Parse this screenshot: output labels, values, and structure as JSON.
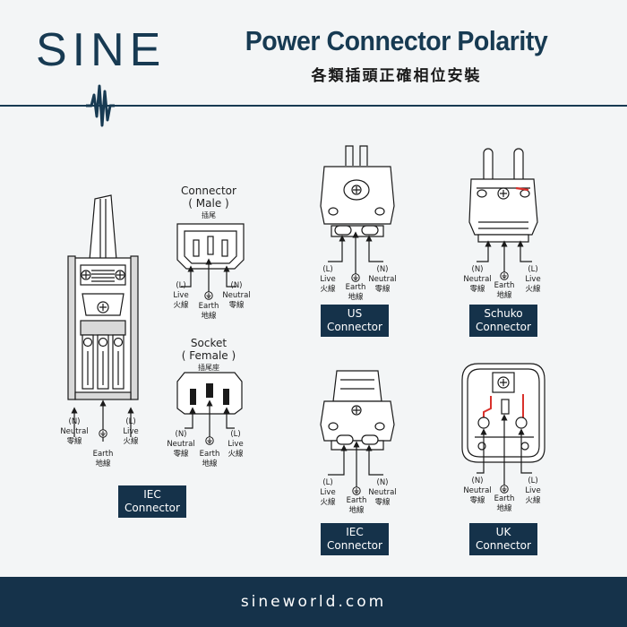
{
  "brand": {
    "logo_text": "SINE",
    "website": "sineworld.com"
  },
  "header": {
    "title": "Power Connector Polarity",
    "subtitle": "各類插頭正確相位安裝"
  },
  "wire_labels": {
    "live": {
      "code": "(L)",
      "en": "Live",
      "zh": "火線"
    },
    "earth": {
      "en": "Earth",
      "zh": "地線"
    },
    "neutral": {
      "code": "(N)",
      "en": "Neutral",
      "zh": "零線"
    }
  },
  "panels": {
    "iec_connector": {
      "name_line1": "IEC",
      "name_line2": "Connector"
    },
    "male": {
      "line1": "Connector",
      "line2": "( Male )",
      "zh": "插尾"
    },
    "female": {
      "line1": "Socket",
      "line2": "( Female )",
      "zh": "插尾座"
    },
    "us": {
      "name_line1": "US",
      "name_line2": "Connector"
    },
    "schuko": {
      "name_line1": "Schuko",
      "name_line2": "Connector"
    },
    "iec_plug": {
      "name_line1": "IEC",
      "name_line2": "Connector"
    },
    "uk": {
      "name_line1": "UK",
      "name_line2": "Connector"
    }
  },
  "colors": {
    "navy": "#15324a",
    "accent_red": "#d9312b",
    "background": "#f3f5f6"
  }
}
